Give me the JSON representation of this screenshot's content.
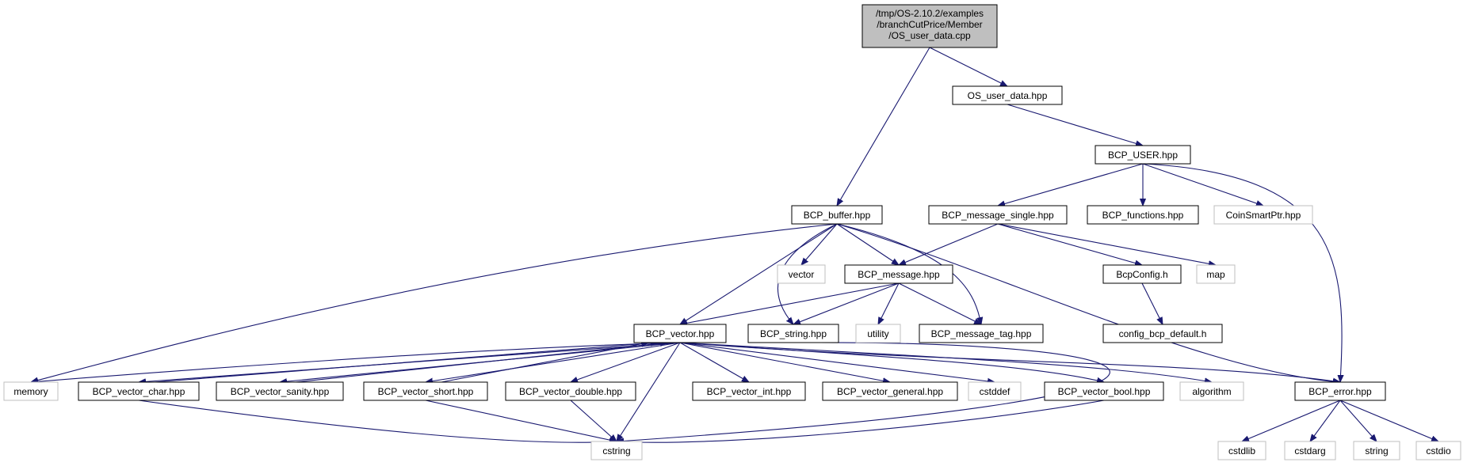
{
  "colors": {
    "edge": "#191970",
    "root_fill": "#bfbfbf",
    "external_border": "#bfbfbf",
    "normal_border": "#000000"
  },
  "nodes": {
    "root": {
      "lines": [
        "/tmp/OS-2.10.2/examples",
        "/branchCutPrice/Member",
        "/OS_user_data.cpp"
      ],
      "kind": "root"
    },
    "os_user_data_hpp": {
      "label": "OS_user_data.hpp",
      "kind": "normal"
    },
    "bcp_user_hpp": {
      "label": "BCP_USER.hpp",
      "kind": "normal"
    },
    "bcp_buffer_hpp": {
      "label": "BCP_buffer.hpp",
      "kind": "normal"
    },
    "bcp_message_single_hpp": {
      "label": "BCP_message_single.hpp",
      "kind": "normal"
    },
    "bcp_functions_hpp": {
      "label": "BCP_functions.hpp",
      "kind": "normal"
    },
    "coinsmartptr_hpp": {
      "label": "CoinSmartPtr.hpp",
      "kind": "external"
    },
    "vector": {
      "label": "vector",
      "kind": "external"
    },
    "bcp_message_hpp": {
      "label": "BCP_message.hpp",
      "kind": "normal"
    },
    "bcpconfig_h": {
      "label": "BcpConfig.h",
      "kind": "normal"
    },
    "map": {
      "label": "map",
      "kind": "external"
    },
    "bcp_vector_hpp": {
      "label": "BCP_vector.hpp",
      "kind": "normal"
    },
    "bcp_string_hpp": {
      "label": "BCP_string.hpp",
      "kind": "normal"
    },
    "utility": {
      "label": "utility",
      "kind": "external"
    },
    "bcp_message_tag_hpp": {
      "label": "BCP_message_tag.hpp",
      "kind": "normal"
    },
    "config_bcp_default_h": {
      "label": "config_bcp_default.h",
      "kind": "normal"
    },
    "memory": {
      "label": "memory",
      "kind": "external"
    },
    "bcp_vector_char_hpp": {
      "label": "BCP_vector_char.hpp",
      "kind": "normal"
    },
    "bcp_vector_sanity_hpp": {
      "label": "BCP_vector_sanity.hpp",
      "kind": "normal"
    },
    "bcp_vector_short_hpp": {
      "label": "BCP_vector_short.hpp",
      "kind": "normal"
    },
    "bcp_vector_double_hpp": {
      "label": "BCP_vector_double.hpp",
      "kind": "normal"
    },
    "bcp_vector_int_hpp": {
      "label": "BCP_vector_int.hpp",
      "kind": "normal"
    },
    "bcp_vector_general_hpp": {
      "label": "BCP_vector_general.hpp",
      "kind": "normal"
    },
    "cstddef": {
      "label": "cstddef",
      "kind": "external"
    },
    "bcp_vector_bool_hpp": {
      "label": "BCP_vector_bool.hpp",
      "kind": "normal"
    },
    "algorithm": {
      "label": "algorithm",
      "kind": "external"
    },
    "bcp_error_hpp": {
      "label": "BCP_error.hpp",
      "kind": "normal"
    },
    "cstring": {
      "label": "cstring",
      "kind": "external"
    },
    "cstdlib": {
      "label": "cstdlib",
      "kind": "external"
    },
    "cstdarg": {
      "label": "cstdarg",
      "kind": "external"
    },
    "string": {
      "label": "string",
      "kind": "external"
    },
    "cstdio": {
      "label": "cstdio",
      "kind": "external"
    }
  },
  "edges": [
    [
      "root",
      "os_user_data_hpp"
    ],
    [
      "root",
      "bcp_buffer_hpp"
    ],
    [
      "os_user_data_hpp",
      "bcp_user_hpp"
    ],
    [
      "bcp_user_hpp",
      "bcp_message_single_hpp"
    ],
    [
      "bcp_user_hpp",
      "bcp_functions_hpp"
    ],
    [
      "bcp_user_hpp",
      "coinsmartptr_hpp"
    ],
    [
      "bcp_user_hpp",
      "bcp_error_hpp"
    ],
    [
      "bcp_buffer_hpp",
      "vector"
    ],
    [
      "bcp_buffer_hpp",
      "bcp_message_hpp"
    ],
    [
      "bcp_buffer_hpp",
      "bcp_vector_hpp"
    ],
    [
      "bcp_buffer_hpp",
      "bcp_string_hpp"
    ],
    [
      "bcp_buffer_hpp",
      "bcp_message_tag_hpp"
    ],
    [
      "bcp_buffer_hpp",
      "memory"
    ],
    [
      "bcp_buffer_hpp",
      "bcp_error_hpp"
    ],
    [
      "bcp_message_single_hpp",
      "bcp_message_hpp"
    ],
    [
      "bcp_message_single_hpp",
      "bcpconfig_h"
    ],
    [
      "bcp_message_single_hpp",
      "map"
    ],
    [
      "bcpconfig_h",
      "config_bcp_default_h"
    ],
    [
      "bcp_message_hpp",
      "bcp_vector_hpp"
    ],
    [
      "bcp_message_hpp",
      "bcp_string_hpp"
    ],
    [
      "bcp_message_hpp",
      "utility"
    ],
    [
      "bcp_message_hpp",
      "bcp_message_tag_hpp"
    ],
    [
      "bcp_vector_hpp",
      "memory"
    ],
    [
      "bcp_vector_hpp",
      "bcp_vector_char_hpp"
    ],
    [
      "bcp_vector_hpp",
      "bcp_vector_sanity_hpp"
    ],
    [
      "bcp_vector_hpp",
      "bcp_vector_short_hpp"
    ],
    [
      "bcp_vector_hpp",
      "bcp_vector_double_hpp"
    ],
    [
      "bcp_vector_hpp",
      "bcp_vector_int_hpp"
    ],
    [
      "bcp_vector_hpp",
      "bcp_vector_general_hpp"
    ],
    [
      "bcp_vector_hpp",
      "cstddef"
    ],
    [
      "bcp_vector_hpp",
      "bcp_vector_bool_hpp"
    ],
    [
      "bcp_vector_hpp",
      "algorithm"
    ],
    [
      "bcp_vector_hpp",
      "bcp_error_hpp"
    ],
    [
      "bcp_vector_hpp",
      "cstring"
    ],
    [
      "bcp_vector_char_hpp",
      "bcp_vector_hpp"
    ],
    [
      "bcp_vector_sanity_hpp",
      "bcp_vector_hpp"
    ],
    [
      "bcp_vector_short_hpp",
      "bcp_vector_hpp"
    ],
    [
      "bcp_vector_char_hpp",
      "cstring"
    ],
    [
      "bcp_vector_double_hpp",
      "cstring"
    ],
    [
      "bcp_vector_short_hpp",
      "cstring"
    ],
    [
      "bcp_vector_bool_hpp",
      "cstring"
    ],
    [
      "bcp_string_hpp",
      "cstring"
    ],
    [
      "bcp_error_hpp",
      "cstdlib"
    ],
    [
      "bcp_error_hpp",
      "cstdarg"
    ],
    [
      "bcp_error_hpp",
      "string"
    ],
    [
      "bcp_error_hpp",
      "cstdio"
    ]
  ]
}
